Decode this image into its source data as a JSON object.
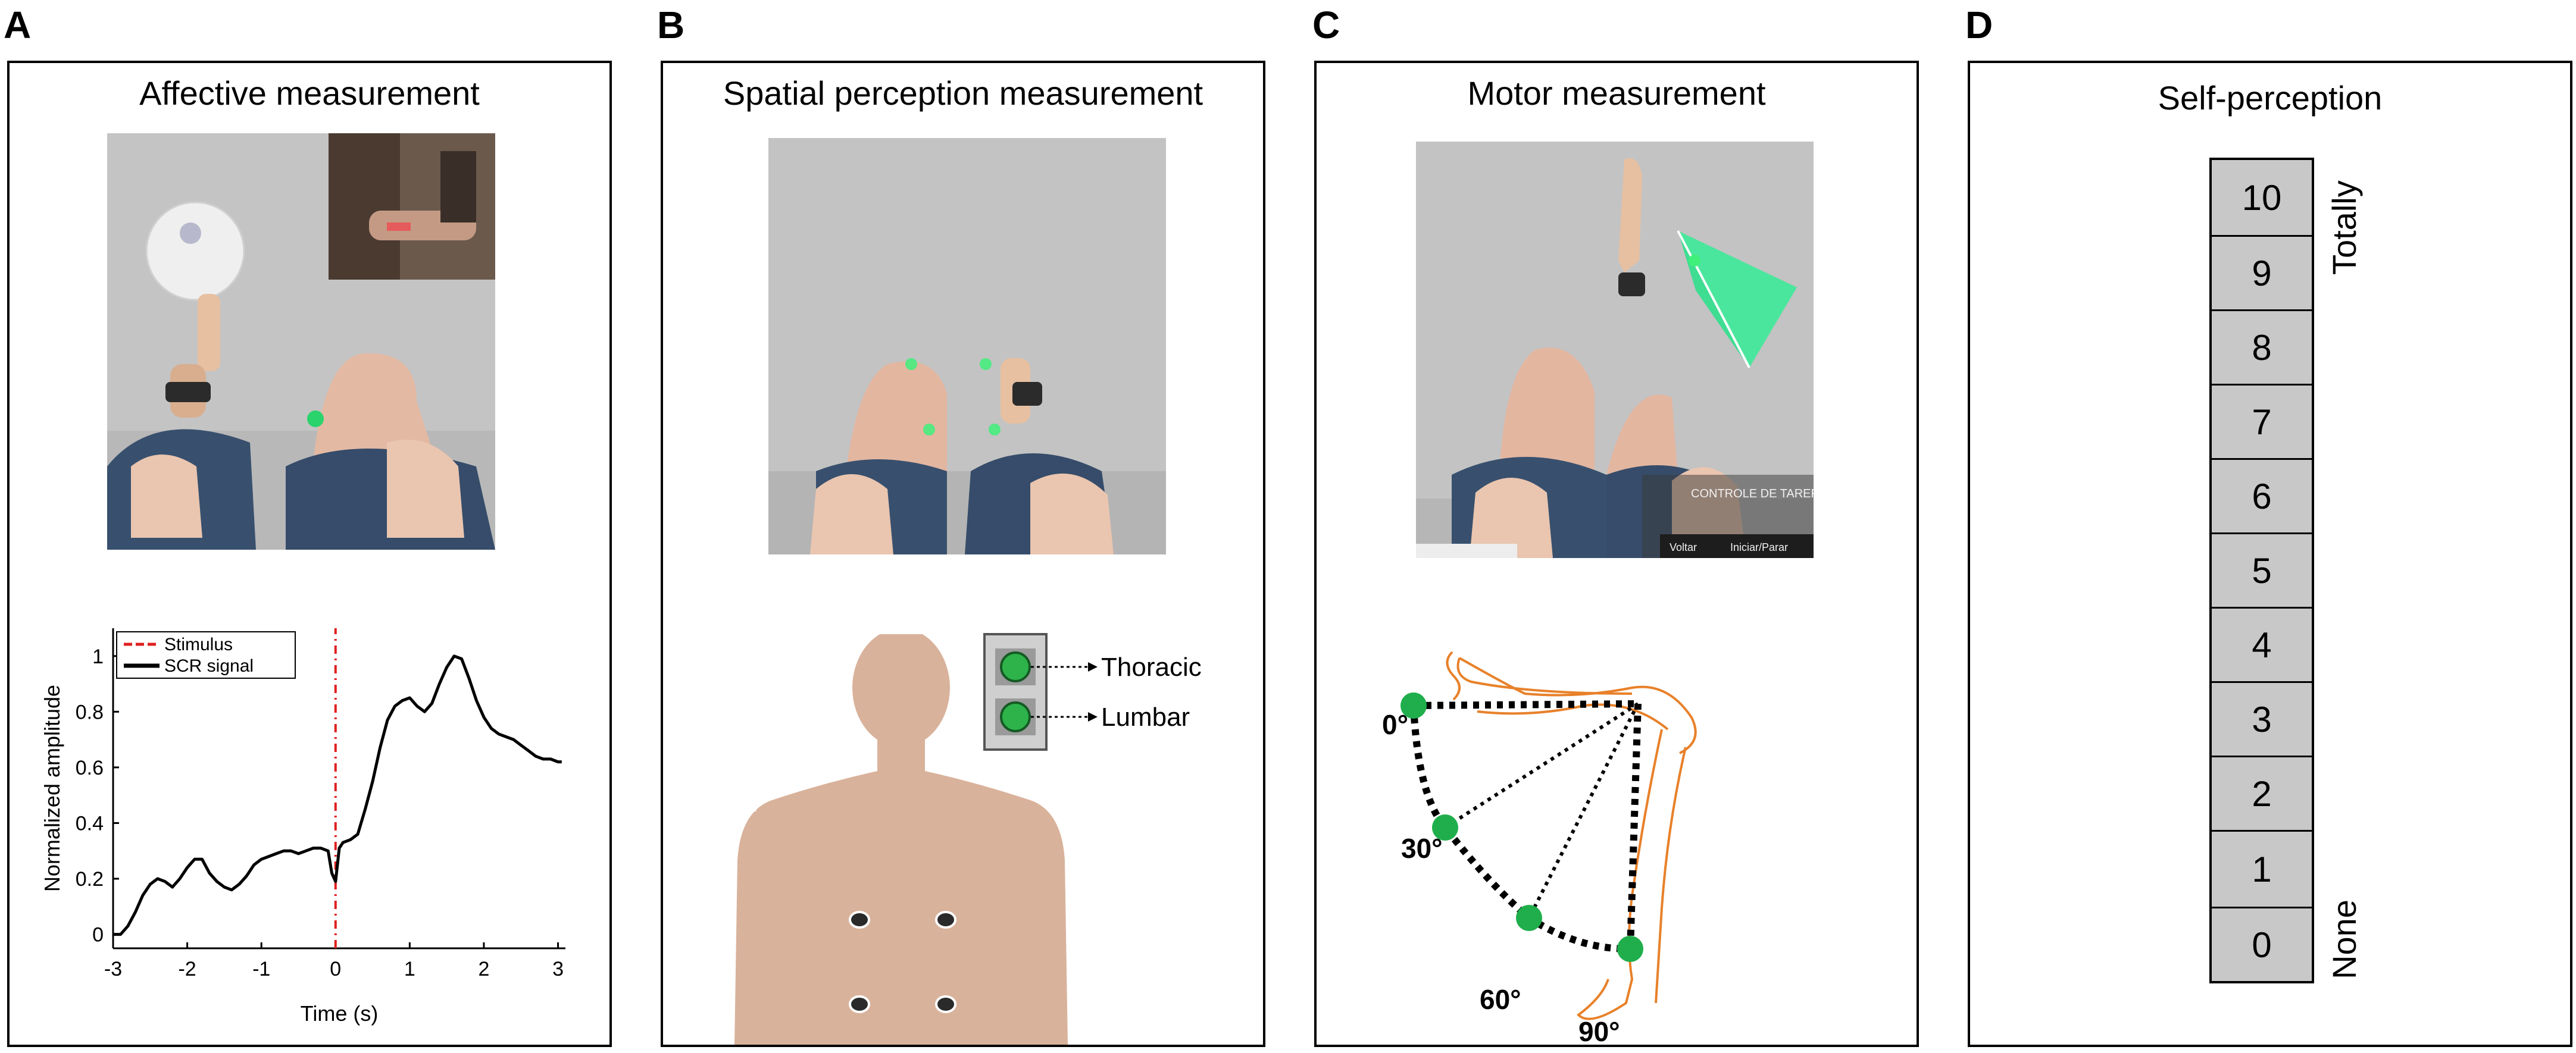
{
  "panels": [
    {
      "letter": "A",
      "title": "Affective measurement"
    },
    {
      "letter": "B",
      "title": "Spatial perception measurement"
    },
    {
      "letter": "C",
      "title": "Motor measurement"
    },
    {
      "letter": "D",
      "title": "Self-perception"
    }
  ],
  "chart_data": {
    "type": "line",
    "title": "",
    "xlabel": "Time (s)",
    "ylabel": "Normalized amplitude",
    "xlim": [
      -3,
      3.1
    ],
    "ylim": [
      -0.05,
      1.1
    ],
    "x_ticks": [
      -3,
      -2,
      -1,
      0,
      1,
      2,
      3
    ],
    "y_ticks": [
      0,
      0.2,
      0.4,
      0.6,
      0.8,
      1
    ],
    "y_tick_labels": [
      "0",
      "0.2",
      "0.4",
      "0.6",
      "0.8",
      "1"
    ],
    "legend_position": "top-left",
    "legend": [
      "Stimulus",
      "SCR signal"
    ],
    "series": [
      {
        "name": "SCR signal",
        "x": [
          -3,
          -2.9,
          -2.8,
          -2.7,
          -2.6,
          -2.5,
          -2.4,
          -2.3,
          -2.2,
          -2.1,
          -2.0,
          -1.9,
          -1.8,
          -1.7,
          -1.6,
          -1.5,
          -1.4,
          -1.3,
          -1.2,
          -1.1,
          -1.0,
          -0.9,
          -0.8,
          -0.7,
          -0.6,
          -0.5,
          -0.4,
          -0.3,
          -0.2,
          -0.1,
          -0.05,
          0.0,
          0.05,
          0.1,
          0.2,
          0.3,
          0.4,
          0.5,
          0.6,
          0.7,
          0.8,
          0.9,
          1.0,
          1.1,
          1.2,
          1.3,
          1.4,
          1.5,
          1.6,
          1.7,
          1.8,
          1.9,
          2.0,
          2.1,
          2.2,
          2.3,
          2.4,
          2.5,
          2.6,
          2.7,
          2.8,
          2.9,
          3.0,
          3.05
        ],
        "y": [
          0.0,
          0.0,
          0.03,
          0.08,
          0.14,
          0.18,
          0.2,
          0.19,
          0.17,
          0.2,
          0.24,
          0.27,
          0.27,
          0.22,
          0.19,
          0.17,
          0.16,
          0.18,
          0.21,
          0.25,
          0.27,
          0.28,
          0.29,
          0.3,
          0.3,
          0.29,
          0.3,
          0.31,
          0.31,
          0.3,
          0.22,
          0.19,
          0.31,
          0.33,
          0.34,
          0.36,
          0.45,
          0.55,
          0.67,
          0.77,
          0.82,
          0.84,
          0.85,
          0.82,
          0.8,
          0.83,
          0.9,
          0.96,
          1.0,
          0.99,
          0.92,
          0.84,
          0.78,
          0.74,
          0.72,
          0.71,
          0.7,
          0.68,
          0.66,
          0.64,
          0.63,
          0.63,
          0.62,
          0.62
        ]
      },
      {
        "name": "Stimulus",
        "x": [
          0,
          0
        ],
        "y": [
          -0.05,
          1.1
        ]
      }
    ]
  },
  "spatial": {
    "buttons": [
      "Thoracic",
      "Lumbar"
    ]
  },
  "motor": {
    "vr_labels": [
      "CONTROLE DE TAREFA",
      "Voltar",
      "Iniciar/Parar"
    ],
    "angles": [
      "0°",
      "30°",
      "60°",
      "90°"
    ]
  },
  "scale": {
    "values": [
      "10",
      "9",
      "8",
      "7",
      "6",
      "5",
      "4",
      "3",
      "2",
      "1",
      "0"
    ],
    "top_label": "Totally",
    "bottom_label": "None"
  },
  "colors": {
    "skin": "#d9b29b",
    "green_dot": "#1fae4b",
    "orange_leg": "#e8812a",
    "stimulus": "#e01f1f",
    "vr_floor": "#c2c2c2"
  }
}
